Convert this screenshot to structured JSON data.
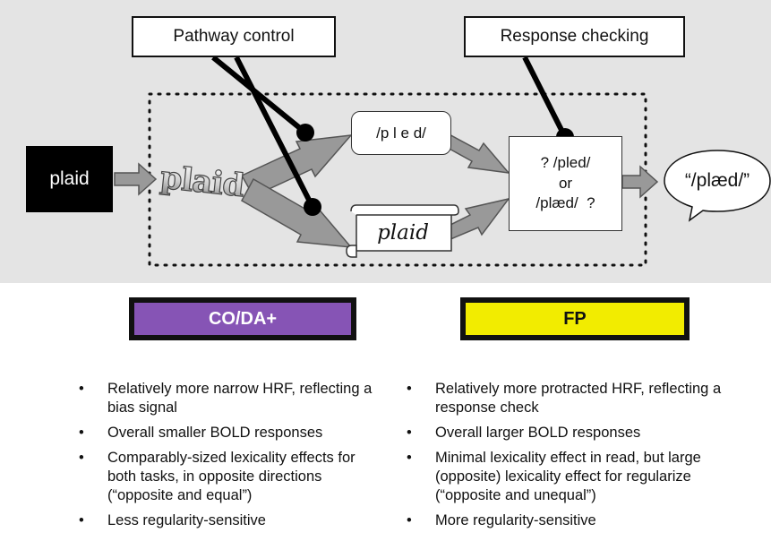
{
  "diagram": {
    "pathway_control": "Pathway control",
    "response_checking": "Response checking",
    "input_word": "plaid",
    "visual_word": "plaid",
    "phonology": "/p l e d/",
    "semantic_word": "plaid",
    "response_line1": "? /pled/",
    "response_line2": "or",
    "response_line3": "/plæd/  ?",
    "output": "“/plæd/”"
  },
  "networks": {
    "left": {
      "label": "CO/DA+",
      "color": "#8654b5"
    },
    "right": {
      "label": "FP",
      "color": "#f2ec00"
    }
  },
  "left_bullets": [
    "Relatively more narrow HRF, reflecting a bias signal",
    "Overall smaller BOLD responses",
    "Comparably-sized lexicality effects for both tasks, in opposite directions (“opposite and equal”)",
    "Less regularity-sensitive"
  ],
  "right_bullets": [
    "Relatively more protracted HRF, reflecting a response check",
    "Overall larger BOLD responses",
    "Minimal lexicality effect in read, but large (opposite) lexicality effect for regularize (“opposite and unequal”)",
    "More regularity-sensitive"
  ]
}
